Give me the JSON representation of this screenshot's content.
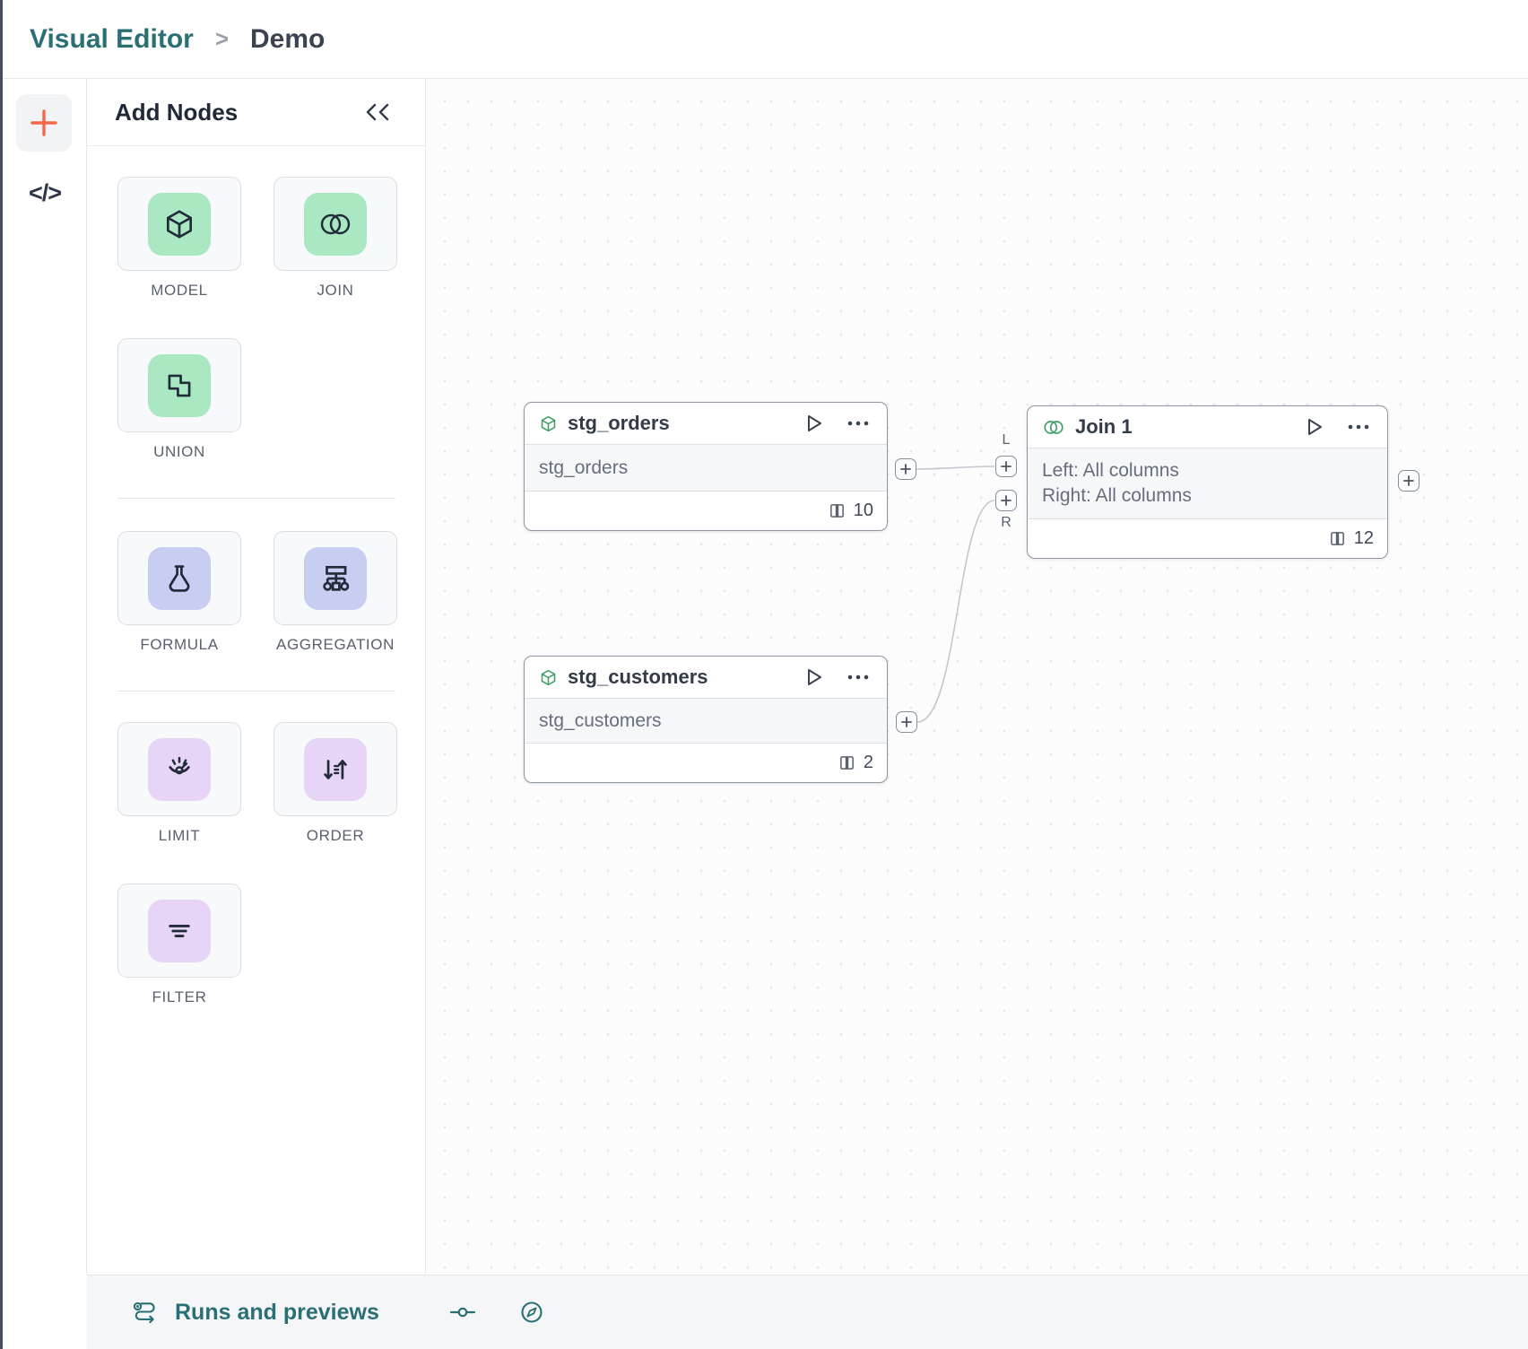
{
  "header": {
    "breadcrumb_link": "Visual Editor",
    "breadcrumb_separator": ">",
    "breadcrumb_current": "Demo"
  },
  "left_rail": {
    "add_button_icon": "plus-icon",
    "code_label": "</>"
  },
  "palette": {
    "title": "Add Nodes",
    "collapse_icon": "double-chevron-left-icon",
    "groups": [
      {
        "items": [
          {
            "label": "MODEL",
            "icon": "cube-icon",
            "chip_color": "#A9E8C2"
          },
          {
            "label": "JOIN",
            "icon": "venn-icon",
            "chip_color": "#A9E8C2"
          },
          {
            "label": "UNION",
            "icon": "union-icon",
            "chip_color": "#A9E8C2"
          }
        ]
      },
      {
        "items": [
          {
            "label": "FORMULA",
            "icon": "flask-icon",
            "chip_color": "#C8CEF2"
          },
          {
            "label": "AGGREGATION",
            "icon": "sitemap-icon",
            "chip_color": "#C8CEF2"
          }
        ]
      },
      {
        "items": [
          {
            "label": "LIMIT",
            "icon": "gauge-icon",
            "chip_color": "#E6D5F6"
          },
          {
            "label": "ORDER",
            "icon": "sort-icon",
            "chip_color": "#E6D5F6"
          },
          {
            "label": "FILTER",
            "icon": "filter-icon",
            "chip_color": "#E6D5F6"
          }
        ]
      }
    ]
  },
  "canvas": {
    "nodes": [
      {
        "title": "stg_orders",
        "type_icon": "cube-icon",
        "subtitle": "stg_orders",
        "columns_count": "10"
      },
      {
        "title": "stg_customers",
        "type_icon": "cube-icon",
        "subtitle": "stg_customers",
        "columns_count": "2"
      },
      {
        "title": "Join 1",
        "type_icon": "venn-icon",
        "body_line1": "Left: All columns",
        "body_line2": "Right: All columns",
        "columns_count": "12"
      }
    ],
    "ports": {
      "left_label": "L",
      "right_label": "R"
    }
  },
  "bottom_bar": {
    "runs_label": "Runs and previews",
    "icons": [
      "runs-icon",
      "commit-icon",
      "compass-icon"
    ]
  },
  "colors": {
    "brand_teal": "#2A6F74",
    "accent_orange": "#F1694A",
    "chip_green": "#A9E8C2",
    "chip_blue": "#C8CEF2",
    "chip_purple": "#E6D5F6",
    "node_icon_green": "#3F9E63"
  }
}
